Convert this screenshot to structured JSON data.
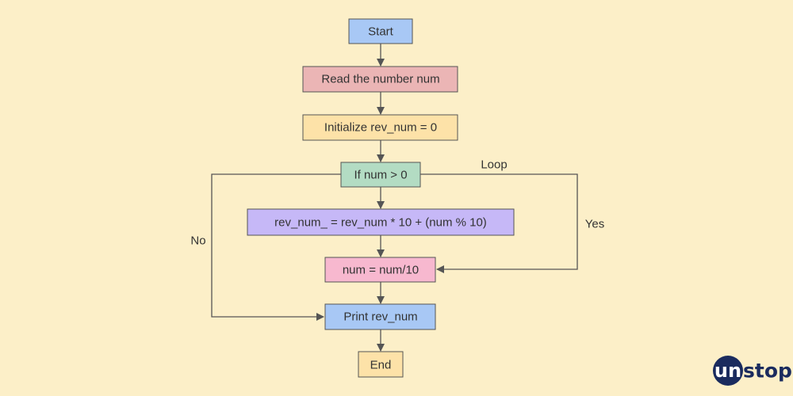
{
  "background": "#fcefc8",
  "border_color": "#555555",
  "text_color": "#333333",
  "nodes": [
    {
      "id": "start",
      "label": "Start",
      "fill": "#a8c8f5"
    },
    {
      "id": "read",
      "label": "Read the number num",
      "fill": "#ebb5b5"
    },
    {
      "id": "init",
      "label": "Initialize rev_num = 0",
      "fill": "#fde2a8"
    },
    {
      "id": "cond",
      "label": "If num > 0",
      "fill": "#b3dcc3"
    },
    {
      "id": "calc",
      "label": "rev_num_ = rev_num * 10 + (num % 10)",
      "fill": "#c6b8f7"
    },
    {
      "id": "div",
      "label": "num = num/10",
      "fill": "#f7b8cf"
    },
    {
      "id": "print",
      "label": "Print rev_num",
      "fill": "#a8c8f5"
    },
    {
      "id": "end",
      "label": "End",
      "fill": "#fde2a8"
    }
  ],
  "edge_labels": {
    "loop": "Loop",
    "yes": "Yes",
    "no": "No"
  },
  "logo": {
    "un": "un",
    "stop": "stop",
    "circle_color": "#1a2b5e"
  }
}
